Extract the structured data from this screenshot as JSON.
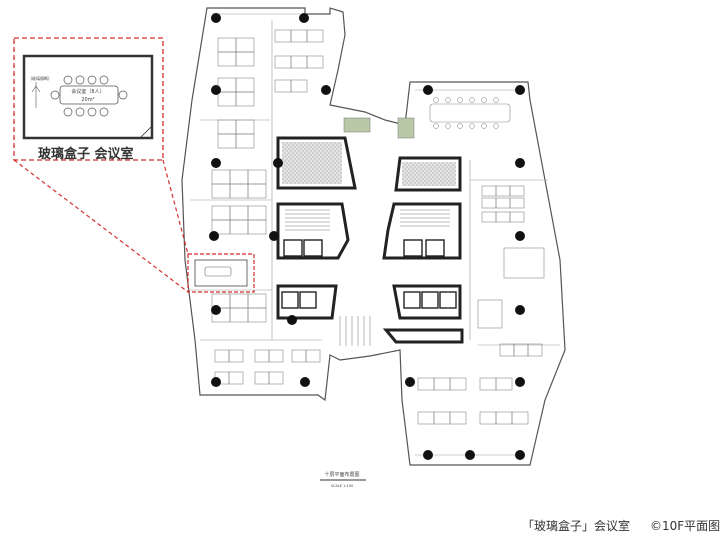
{
  "inset": {
    "label": "玻璃盒子 会议室",
    "room_text": "会议室（8人）",
    "room_area": "20m²",
    "side_note": "(玻璃隔断)"
  },
  "plan": {
    "title": "十层平面布置图",
    "scale": "SCALE 1:100"
  },
  "caption": {
    "left": "「玻璃盒子」会议室",
    "right": "©10F平面图"
  },
  "colors": {
    "callout": "#d32f2f",
    "wall": "#222222",
    "column": "#111111",
    "line": "#9a9a9a"
  }
}
